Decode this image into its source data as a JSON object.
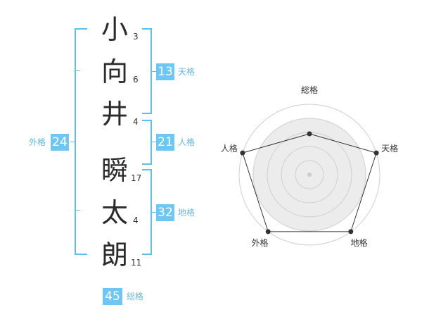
{
  "name_chars": [
    {
      "char": "小",
      "strokes": "3"
    },
    {
      "char": "向",
      "strokes": "6"
    },
    {
      "char": "井",
      "strokes": "4"
    },
    {
      "char": "瞬",
      "strokes": "17"
    },
    {
      "char": "太",
      "strokes": "4"
    },
    {
      "char": "朗",
      "strokes": "11"
    }
  ],
  "scores": {
    "tenkaku": {
      "value": "13",
      "label": "天格"
    },
    "jinkaku": {
      "value": "21",
      "label": "人格"
    },
    "chikaku": {
      "value": "32",
      "label": "地格"
    },
    "gaikaku": {
      "value": "24",
      "label": "外格"
    },
    "soukaku": {
      "value": "45",
      "label": "総格"
    }
  },
  "chart_data": {
    "type": "radar",
    "axes": [
      "総格",
      "天格",
      "地格",
      "外格",
      "人格"
    ],
    "values": [
      0.58,
      1.0,
      1.0,
      1.0,
      1.0
    ],
    "rings": 5,
    "range": [
      0,
      1
    ]
  },
  "colors": {
    "accent": "#6ec6f5",
    "bracket": "#5bc0f0",
    "label": "#67b7e0",
    "ring_fill": "#ececec"
  }
}
